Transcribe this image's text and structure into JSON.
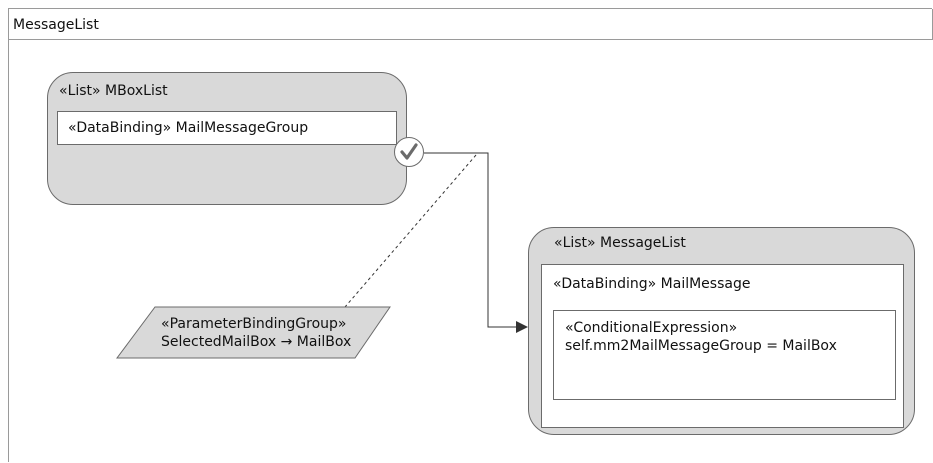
{
  "frame": {
    "title": "MessageList"
  },
  "mbox_list": {
    "title": "«List» MBoxList",
    "binding": "«DataBinding» MailMessageGroup"
  },
  "message_list": {
    "title": "«List» MessageList",
    "binding": "«DataBinding» MailMessage",
    "condition_stereotype": "«ConditionalExpression»",
    "condition_expression": "self.mm2MailMessageGroup = MailBox"
  },
  "parameter_binding": {
    "stereotype": "«ParameterBindingGroup»",
    "mapping": "SelectedMailBox → MailBox"
  },
  "icons": {
    "check": "checkmark-icon"
  },
  "colors": {
    "container_fill": "#d9d9d9",
    "border": "#6b6b6b",
    "line": "#333333"
  }
}
